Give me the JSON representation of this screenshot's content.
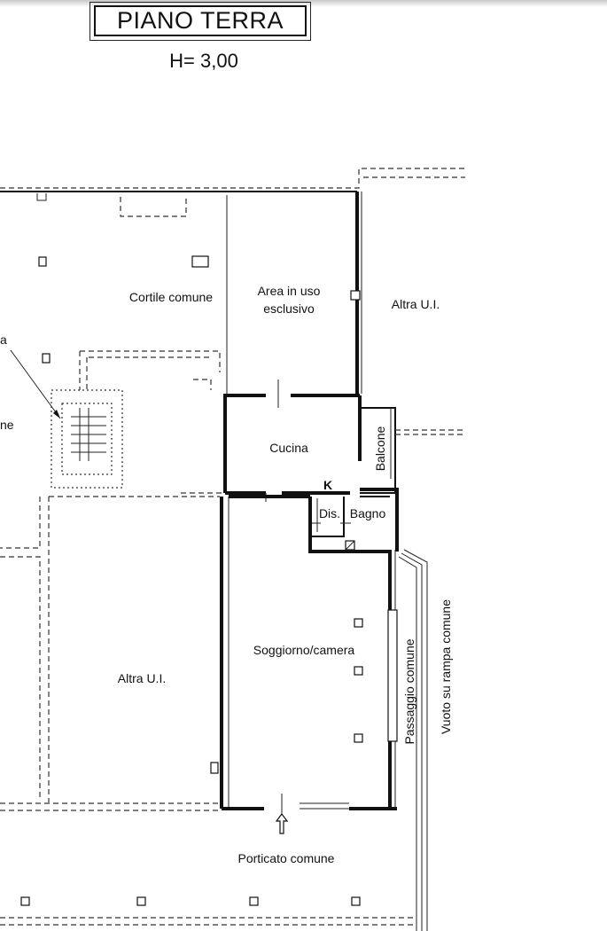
{
  "header": {
    "title": "PIANO TERRA",
    "height_label": "H= 3,00"
  },
  "rooms": {
    "cortile": "Cortile comune",
    "area_uso_line1": "Area in uso",
    "area_uso_line2": "esclusivo",
    "altra_right": "Altra U.I.",
    "altra_left": "Altra U.I.",
    "cucina": "Cucina",
    "k": "K",
    "dis": "Dis.",
    "bagno": "Bagno",
    "balcone": "Balcone",
    "soggiorno": "Soggiorno/camera",
    "passaggio": "Passaggio comune",
    "vuoto": "Vuoto su rampa comune",
    "porticato": "Porticato comune",
    "cut_left_top": "a",
    "cut_left_mid": "ne"
  }
}
